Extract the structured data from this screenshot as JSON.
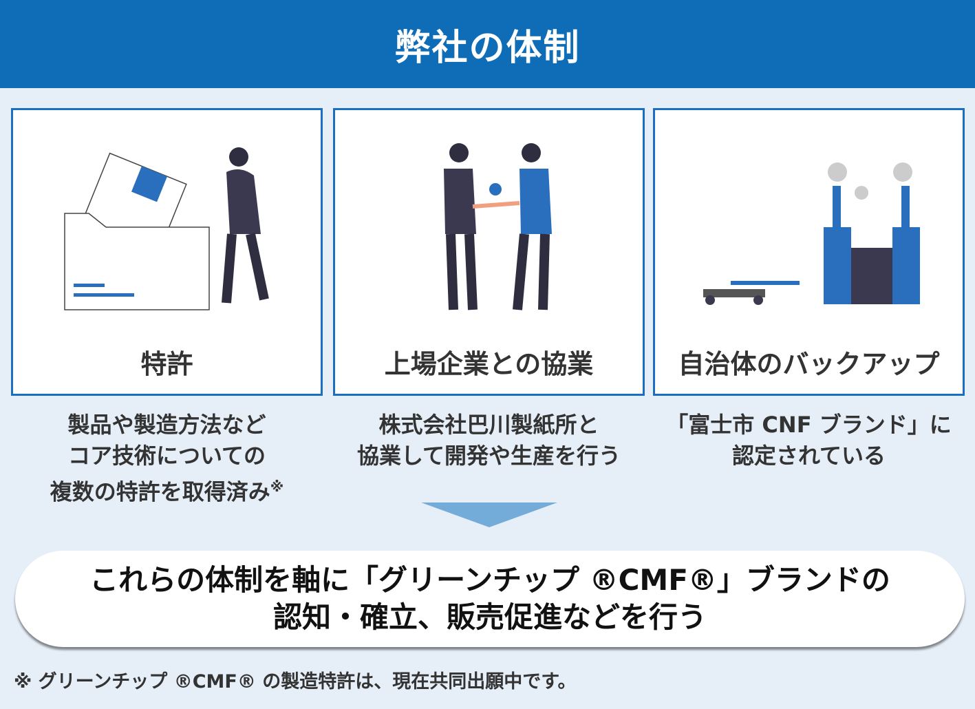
{
  "header": {
    "title": "弊社の体制"
  },
  "cards": [
    {
      "title": "特許",
      "desc": [
        "製品や製造方法など",
        "コア技術についての",
        "複数の特許を取得済み"
      ],
      "mark": "※"
    },
    {
      "title": "上場企業との協業",
      "desc": [
        "株式会社巴川製紙所と",
        "協業して開発や生産を行う"
      ]
    },
    {
      "title": "自治体のバックアップ",
      "desc": [
        "「富士市 CNF ブランド」に",
        "認定されている"
      ]
    }
  ],
  "summary": {
    "line1": "これらの体制を軸に「グリーンチップ ®CMF®」ブランドの",
    "line2": "認知・確立、販売促進などを行う"
  },
  "footnote": "※ グリーンチップ ®CMF® の製造特許は、現在共同出願中です。",
  "colors": {
    "header": "#0f6db8",
    "accent": "#2a6fbd",
    "background": "#e6eef8",
    "arrow": "#74acd9"
  }
}
